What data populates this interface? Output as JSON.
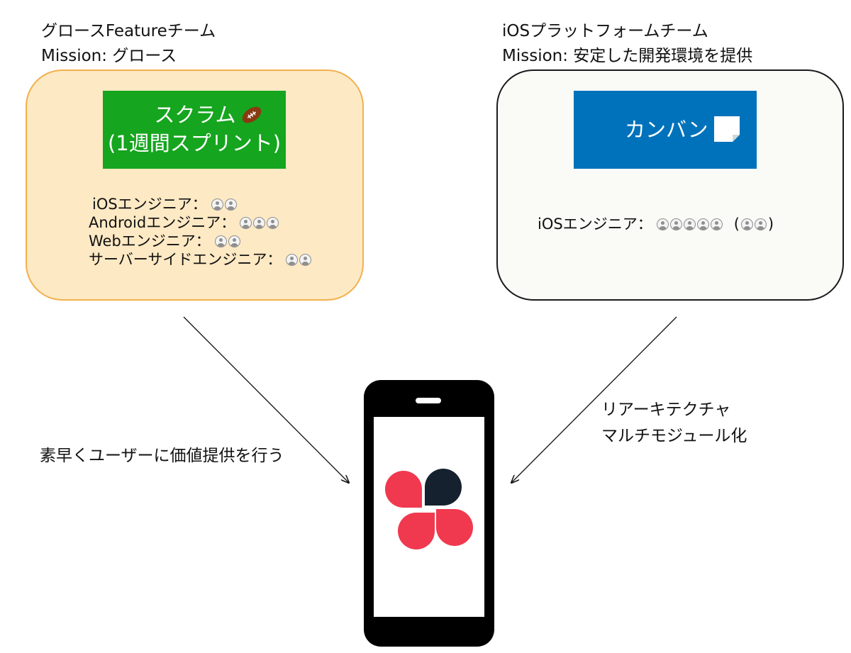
{
  "growth_team": {
    "name": "グロースFeatureチーム",
    "mission": "Mission: グロース",
    "process": {
      "line1": "スクラム",
      "line2": "(1週間スプリント)",
      "icon": "american-football-icon"
    },
    "members": [
      {
        "role": "iOSエンジニア：",
        "count": 2
      },
      {
        "role": "Androidエンジニア：",
        "count": 3
      },
      {
        "role": "Webエンジニア：",
        "count": 2
      },
      {
        "role": "サーバーサイドエンジニア：",
        "count": 2
      }
    ],
    "box_colors": {
      "fill": "#fde9c4",
      "border": "#f2b04e"
    },
    "badge_color": "#15a51e"
  },
  "platform_team": {
    "name": "iOSプラットフォームチーム",
    "mission": "Mission: 安定した開発環境を提供",
    "process": {
      "label": "カンバン",
      "icon": "sticky-note-icon"
    },
    "members": [
      {
        "role": "iOSエンジニア：",
        "count": 5,
        "extra_count": 2,
        "extra_open": "(",
        "extra_close": ")"
      }
    ],
    "box_colors": {
      "fill": "#fafaf7",
      "border": "#1a1a1a"
    },
    "badge_color": "#0072bb"
  },
  "growth_arrow_label": "素早くユーザーに価値提供を行う",
  "platform_arrow_label": {
    "line1": "リアーキテクチャ",
    "line2": "マルチモジュール化"
  },
  "phone": {
    "app_logo": "app-logo-icon",
    "logo_colors": {
      "red": "#f0394f",
      "navy": "#15212e"
    }
  }
}
